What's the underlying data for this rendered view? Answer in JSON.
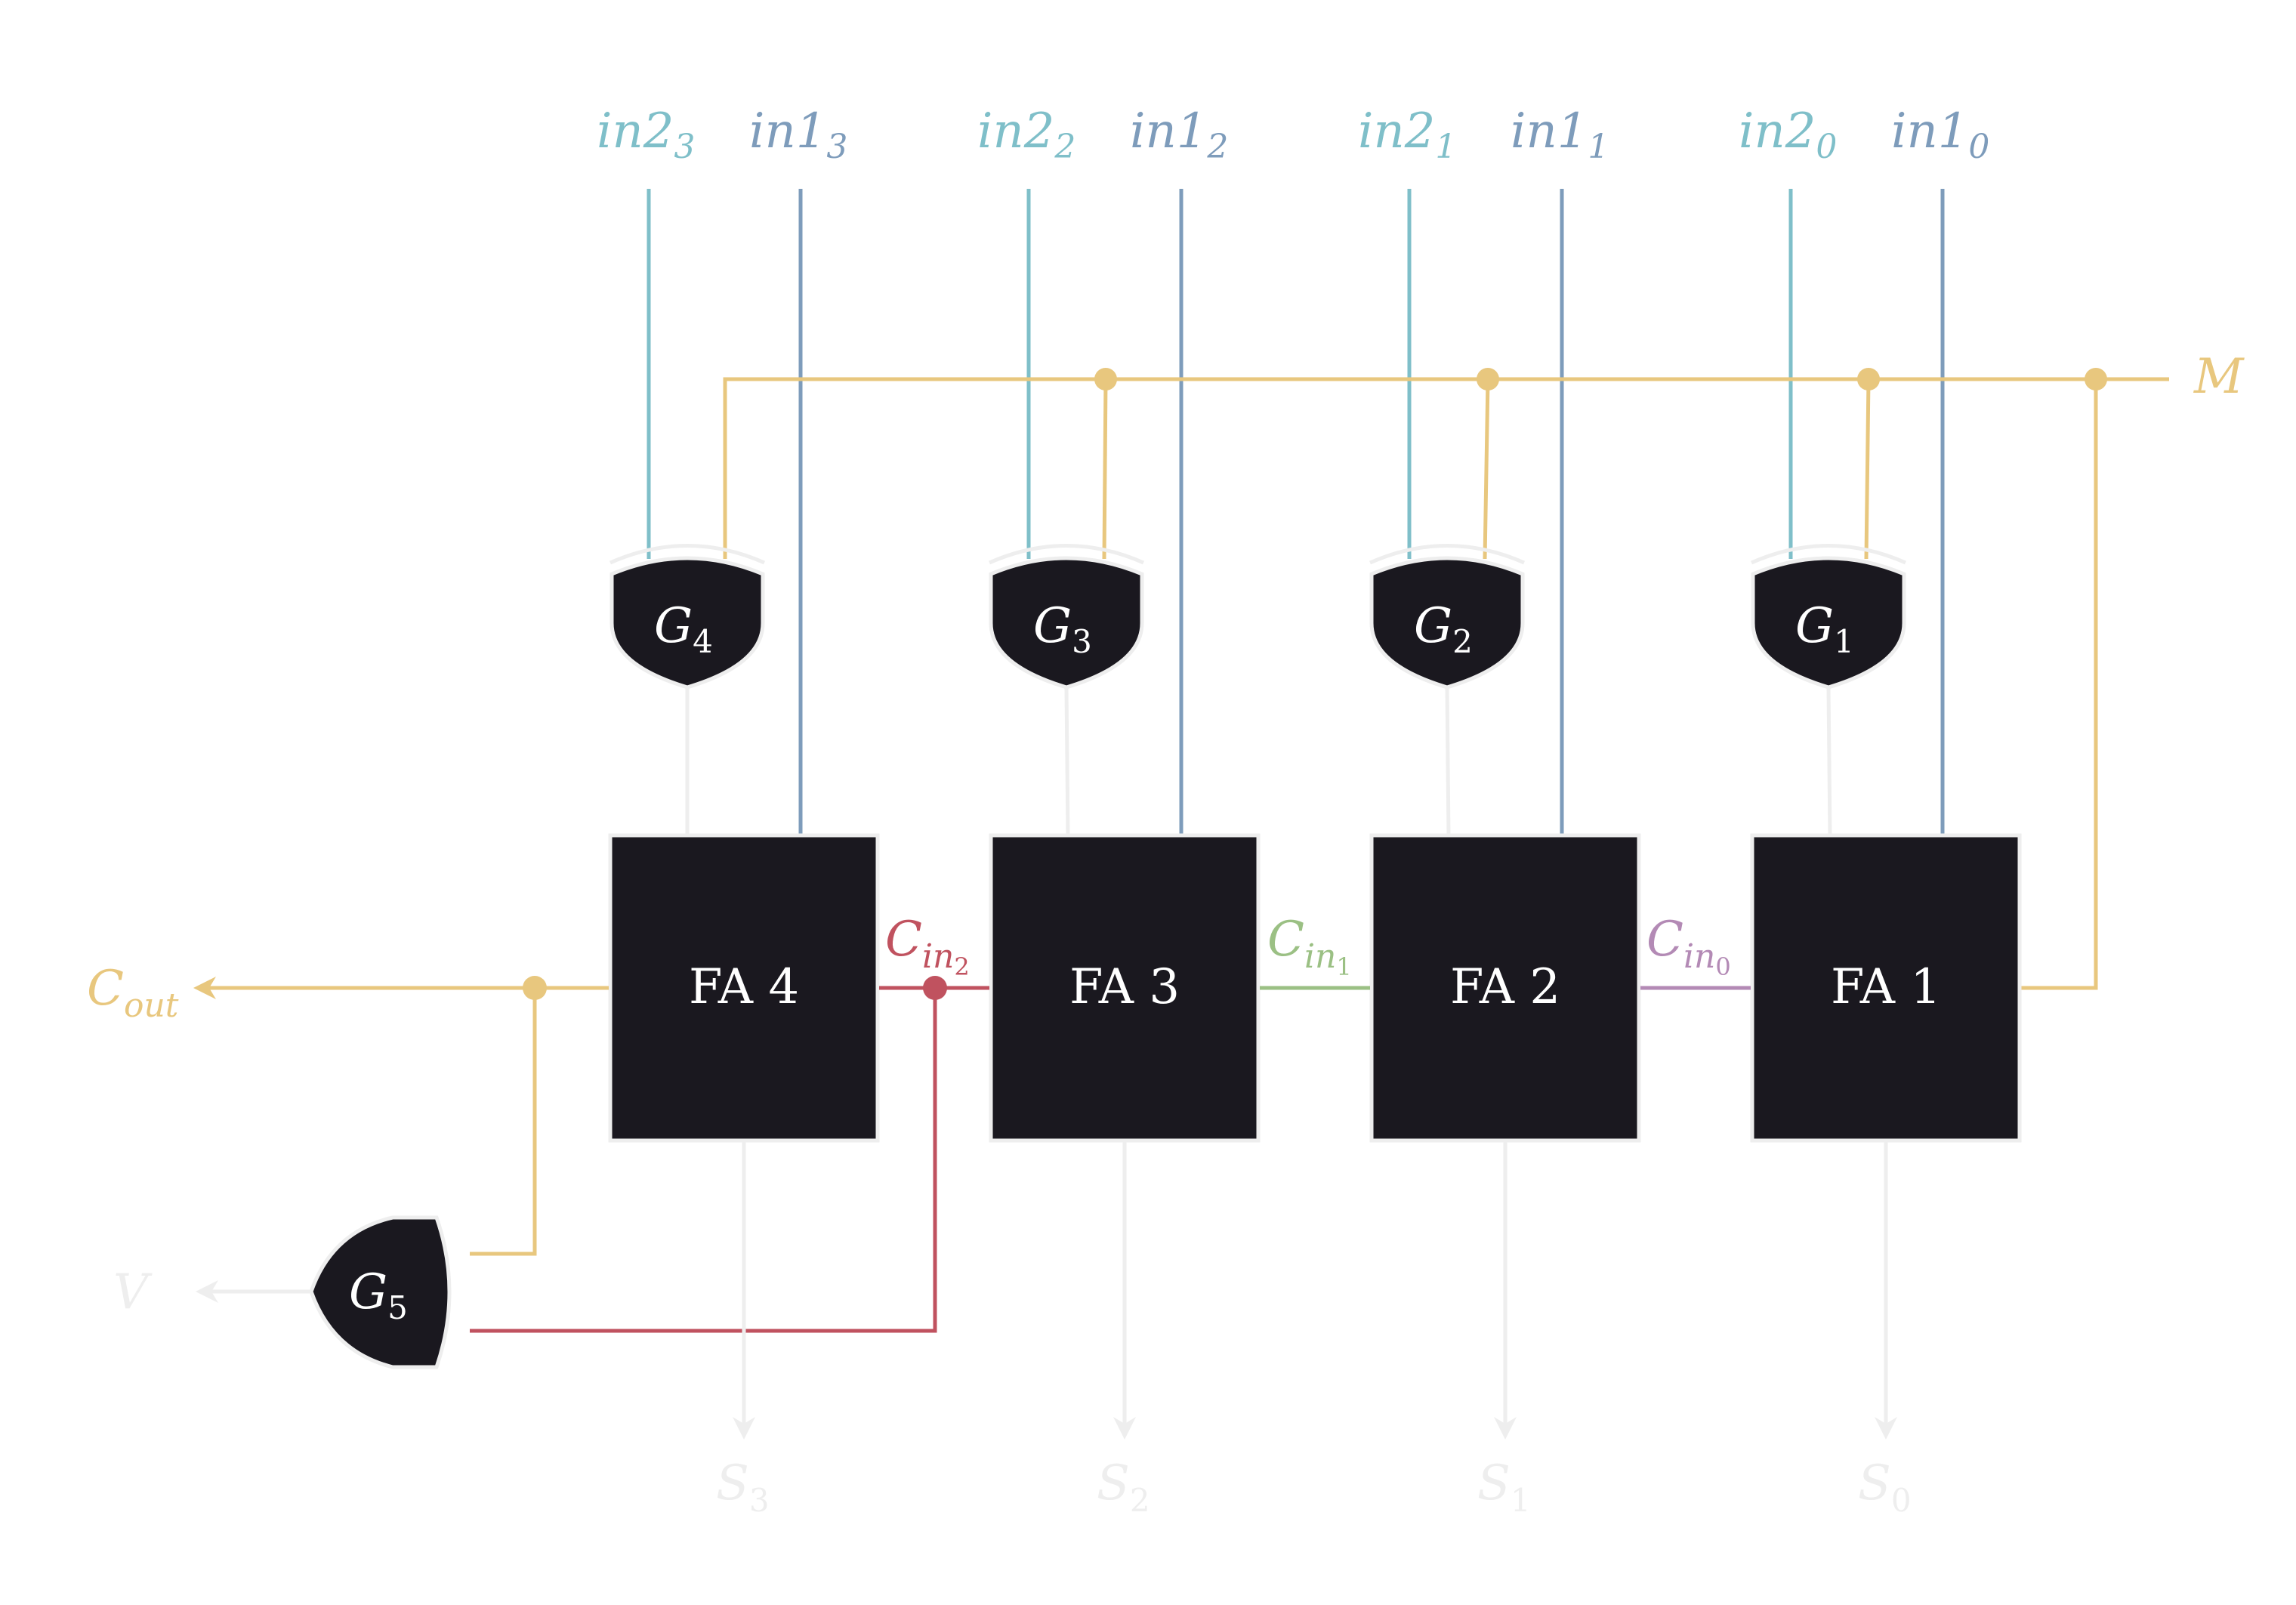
{
  "colors": {
    "in1": "#7e9cbb",
    "in2": "#7fbfc9",
    "mode": "#e8c77e",
    "cin2": "#c0525f",
    "cin1": "#9bc084",
    "cin0": "#b38ab5",
    "light": "#eeeeee",
    "block": "#1a181f",
    "block_text": "#ffffff"
  },
  "inputs": [
    {
      "in2": "in2",
      "in2_sub": "3",
      "in1": "in1",
      "in1_sub": "3"
    },
    {
      "in2": "in2",
      "in2_sub": "2",
      "in1": "in1",
      "in1_sub": "2"
    },
    {
      "in2": "in2",
      "in2_sub": "1",
      "in1": "in1",
      "in1_sub": "1"
    },
    {
      "in2": "in2",
      "in2_sub": "0",
      "in1": "in1",
      "in1_sub": "0"
    }
  ],
  "mode_label": "M",
  "xor_gates": [
    {
      "base": "G",
      "sub": "4"
    },
    {
      "base": "G",
      "sub": "3"
    },
    {
      "base": "G",
      "sub": "2"
    },
    {
      "base": "G",
      "sub": "1"
    }
  ],
  "adders": [
    "FA 4",
    "FA 3",
    "FA 2",
    "FA 1"
  ],
  "carries": [
    {
      "base": "C",
      "sub": "in",
      "subsub": "2"
    },
    {
      "base": "C",
      "sub": "in",
      "subsub": "1"
    },
    {
      "base": "C",
      "sub": "in",
      "subsub": "0"
    }
  ],
  "carry_out": {
    "base": "C",
    "sub": "out"
  },
  "overflow_gate": {
    "base": "G",
    "sub": "5"
  },
  "overflow_label": "V",
  "sums": [
    {
      "base": "S",
      "sub": "3"
    },
    {
      "base": "S",
      "sub": "2"
    },
    {
      "base": "S",
      "sub": "1"
    },
    {
      "base": "S",
      "sub": "0"
    }
  ]
}
